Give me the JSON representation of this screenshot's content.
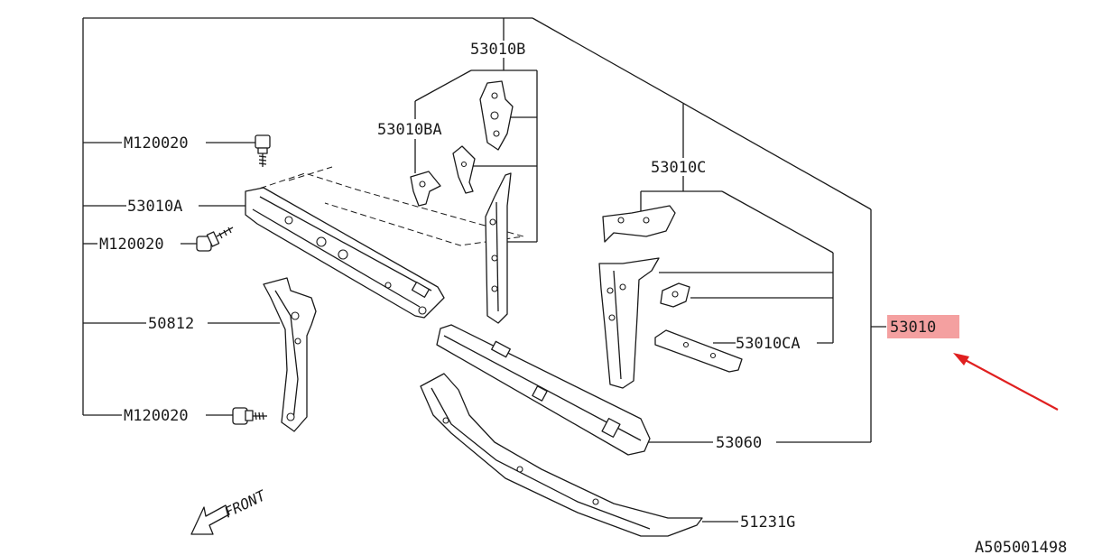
{
  "labels": {
    "p53010b": "53010B",
    "p53010ba": "53010BA",
    "p53010c": "53010C",
    "p53010ca": "53010CA",
    "p53010": "53010",
    "p53010a": "53010A",
    "p50812": "50812",
    "m120020_top": "M120020",
    "m120020_mid": "M120020",
    "m120020_bot": "M120020",
    "p53060": "53060",
    "p51231g": "51231G",
    "front": "FRONT",
    "diagram_code": "A505001498"
  },
  "colors": {
    "highlight": "#f4a0a0",
    "arrow": "#e02020",
    "line": "#1a1a1a"
  }
}
